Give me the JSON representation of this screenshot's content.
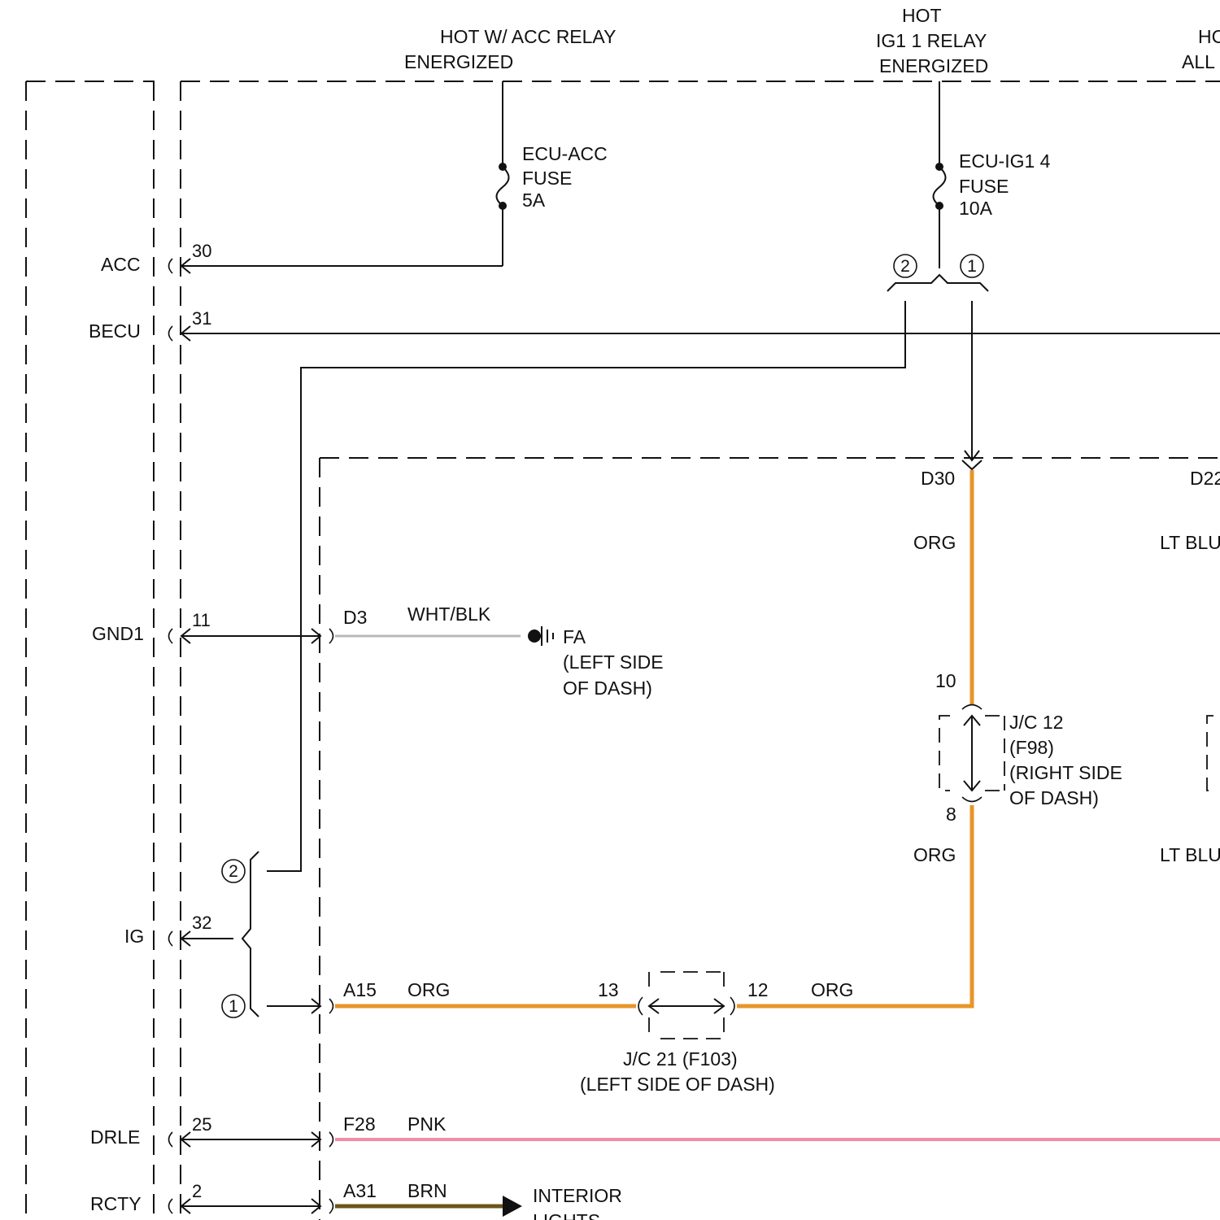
{
  "power_sources": {
    "acc_relay": [
      "HOT W/ ACC RELAY",
      "ENERGIZED"
    ],
    "ig1_relay": [
      "HOT",
      "IG1 1 RELAY",
      "ENERGIZED"
    ],
    "partial_right": [
      "HC",
      "ALL"
    ]
  },
  "fuses": {
    "ecu_acc": [
      "ECU-ACC",
      "FUSE",
      "5A"
    ],
    "ecu_ig1_4": [
      "ECU-IG1 4",
      "FUSE",
      "10A"
    ]
  },
  "splice_top": {
    "left": "2",
    "right": "1"
  },
  "splice_left": {
    "top": "2",
    "bottom": "1"
  },
  "module_pins": {
    "acc": {
      "name": "ACC",
      "pin": "30"
    },
    "becu": {
      "name": "BECU",
      "pin": "31"
    },
    "gnd1": {
      "name": "GND1",
      "pin": "11"
    },
    "ig": {
      "name": "IG",
      "pin": "32"
    },
    "drle": {
      "name": "DRLE",
      "pin": "25"
    },
    "rcty": {
      "name": "RCTY",
      "pin": "2"
    }
  },
  "connectors": {
    "d30": "D30",
    "d22_partial": "D22",
    "d3": "D3",
    "a15": "A15",
    "f28": "F28",
    "a31": "A31"
  },
  "wires": {
    "d3_color": "WHT/BLK",
    "d30_color": "ORG",
    "lt_blu_upper": "LT BLU",
    "jc12_bottom_color": "ORG",
    "lt_blu_lower": "LT BLU",
    "a15_color": "ORG",
    "jc21_out_color": "ORG",
    "f28_color": "PNK",
    "a31_color": "BRN"
  },
  "ground": {
    "name": "FA",
    "location": [
      "(LEFT SIDE",
      "OF DASH)"
    ]
  },
  "jc12": {
    "pin_in": "10",
    "pin_out": "8",
    "label": [
      "J/C 12",
      "(F98)",
      "(RIGHT SIDE",
      "OF DASH)"
    ]
  },
  "jc21": {
    "pin_in": "13",
    "pin_out": "12",
    "label": [
      "J/C 21 (F103)",
      "(LEFT SIDE OF DASH)"
    ]
  },
  "destination": {
    "label": [
      "INTERIOR",
      "LIGHTS"
    ]
  },
  "colors": {
    "line": "#111111",
    "org": "#E8952A",
    "pnk": "#F08CA8",
    "brn": "#6B5418",
    "wht_blk": "#B8B8B8"
  }
}
